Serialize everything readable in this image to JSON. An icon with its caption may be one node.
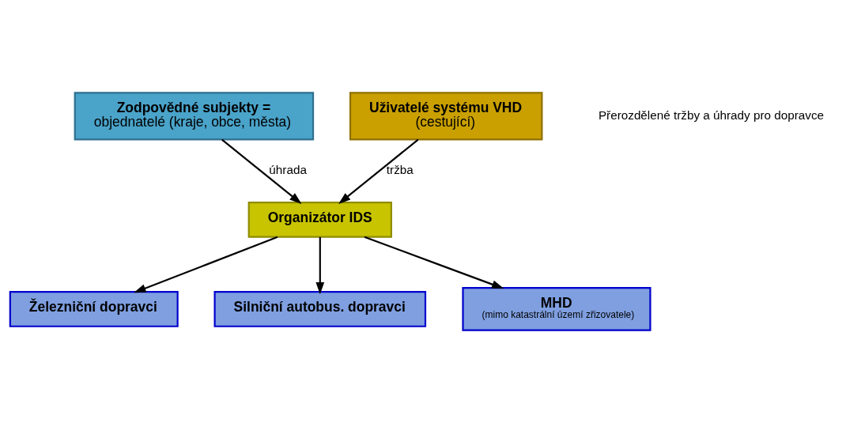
{
  "diagram": {
    "nodes": [
      {
        "text": [
          "Zodpovědné subjekty =",
          "objednatelé (kraje, obce, města)"
        ]
      },
      {
        "text": [
          "Uživatelé systému VHD",
          "(cestující)"
        ]
      },
      {
        "text": [
          "Organizátor IDS"
        ]
      },
      {
        "text": [
          "Železniční dopravci"
        ]
      },
      {
        "text": [
          "Silniční autobus. dopravci"
        ]
      },
      {
        "text": [
          "MHD",
          "(mimo katastrální území zřizovatele)"
        ]
      }
    ],
    "edges": [
      {
        "from": 0,
        "to": 2,
        "arrow": "to",
        "label": "úhrada"
      },
      {
        "from": 1,
        "to": 2,
        "arrow": "to",
        "label": "tržba"
      },
      {
        "from": 2,
        "to": 3,
        "arrow": "to"
      },
      {
        "from": 2,
        "to": 4,
        "arrow": "to"
      },
      {
        "from": 2,
        "to": 5,
        "arrow": "to"
      }
    ],
    "labels": [
      "Přerozdělené tržby a úhrady pro dopravce"
    ]
  }
}
